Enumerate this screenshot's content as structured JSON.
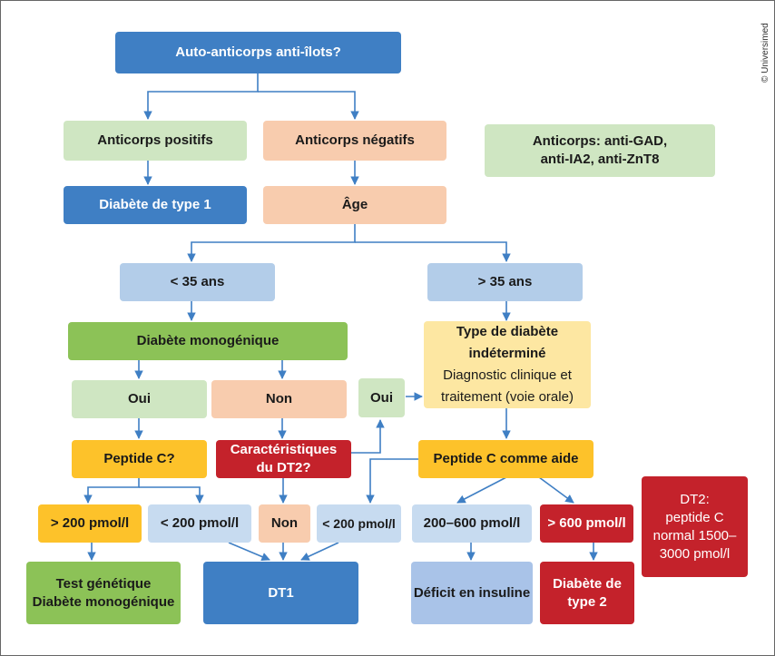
{
  "copyright": "© Universimed",
  "nodes": {
    "root": "Auto-anticorps anti-îlots?",
    "pos": "Anticorps positifs",
    "neg": "Anticorps négatifs",
    "note1": [
      "Anticorps: anti-GAD,",
      "anti-IA2, anti-ZnT8"
    ],
    "dt1a": "Diabète de type 1",
    "age": "Âge",
    "lt35": "< 35 ans",
    "gt35": "> 35 ans",
    "mono": "Diabète monogénique",
    "indet_title": [
      "Type de diabète",
      "indéterminé"
    ],
    "indet_body": [
      "Diagnostic clinique et",
      "traitement (voie orale)"
    ],
    "oui1": "Oui",
    "non1": "Non",
    "oui2": "Oui",
    "pepc": "Peptide C?",
    "caract": [
      "Caractéristiques",
      "du DT2?"
    ],
    "pepc_aide": "Peptide C comme aide",
    "gt200": "> 200 pmol/l",
    "lt200a": "< 200 pmol/l",
    "non2": "Non",
    "lt200b": "< 200 pmol/l",
    "r200_600": "200–600 pmol/l",
    "gt600": "> 600 pmol/l",
    "note2": [
      "DT2:",
      "peptide C",
      "normal 1500–",
      "3000 pmol/l"
    ],
    "test": [
      "Test génétique",
      "Diabète monogénique"
    ],
    "dt1b": "DT1",
    "deficit": "Déficit en insuline",
    "dt2": [
      "Diabète de",
      "type 2"
    ]
  },
  "colors": {
    "blue": "#3f7fc4",
    "light_green": "#cfe6c2",
    "peach": "#f8ccae",
    "light_blue": "#b3cde9",
    "green": "#8cc257",
    "yellow": "#fde7a2",
    "orange": "#fdc22a",
    "red": "#c4222b",
    "arrow": "#3f7fc4"
  }
}
